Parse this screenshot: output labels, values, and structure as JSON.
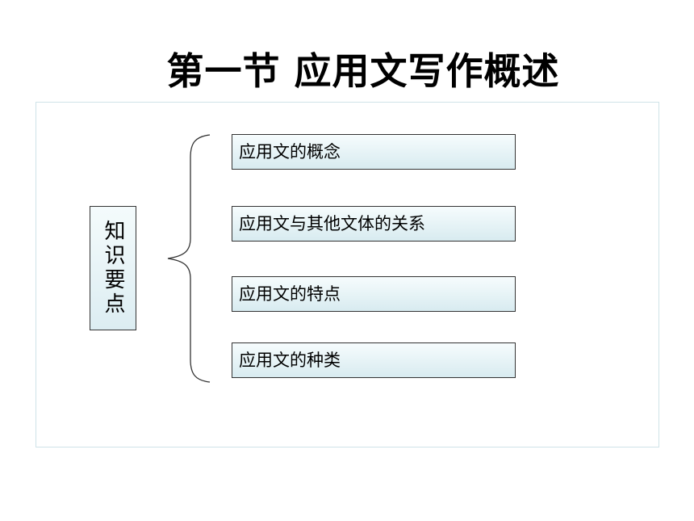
{
  "title": "第一节  应用文写作概述",
  "key_label": "知识要点",
  "items": [
    "应用文的概念",
    "应用文与其他文体的关系",
    "应用文的特点",
    "应用文的种类"
  ]
}
